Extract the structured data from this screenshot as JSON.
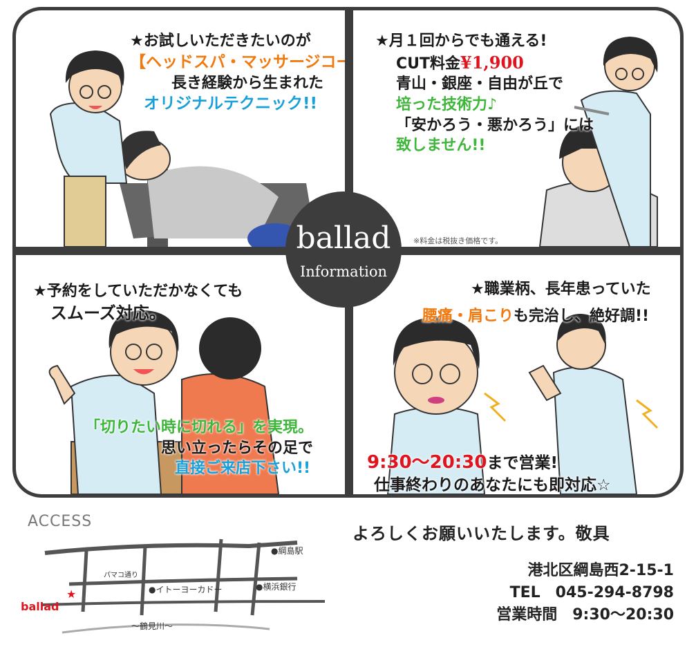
{
  "center": {
    "title": "ballad",
    "subtitle": "Information",
    "note": "※料金は税抜き価格です。"
  },
  "panel1": {
    "lines": [
      "★お試しいただきたいのが",
      "【ヘッドスパ・マッサージコース】",
      "長き経験から生まれた",
      "オリジナルテクニック!!"
    ]
  },
  "panel2": {
    "lines": [
      "★月１回からでも通える!",
      "CUT料金",
      "¥1,900",
      "青山・銀座・自由が丘で",
      "培った技術力♪",
      "「安かろう・悪かろう」には",
      "致しません!!"
    ]
  },
  "panel3": {
    "lines": [
      "★予約をしていただかなくても",
      "スムーズ対応。",
      "「切りたい時に切れる」を実現。",
      "思い立ったらその足で",
      "直接ご来店下さい!!"
    ]
  },
  "panel4": {
    "lines": [
      "★職業柄、長年患っていた",
      "腰痛・肩こり",
      "も完治し、絶好調!!",
      "9:30〜20:30",
      "まで営業!",
      "仕事終わりのあなたにも即対応☆"
    ]
  },
  "access": {
    "label": "ACCESS",
    "map_labels": [
      "●綱島駅",
      "パマコ通り",
      "●イトーヨーカドー",
      "●横浜銀行",
      "〜鶴見川〜",
      "ballad"
    ],
    "marker": "★"
  },
  "greeting": "よろしくお願いいたします。敬具",
  "info": {
    "address": "港北区綱島西2-15-1",
    "tel": "TEL　045-294-8798",
    "hours": "営業時間　9:30〜20:30"
  },
  "colors": {
    "frame": "#3d3d3d",
    "orange": "#f07a10",
    "blue": "#1aa0d8",
    "green": "#3db63a",
    "red": "#e0141e"
  }
}
